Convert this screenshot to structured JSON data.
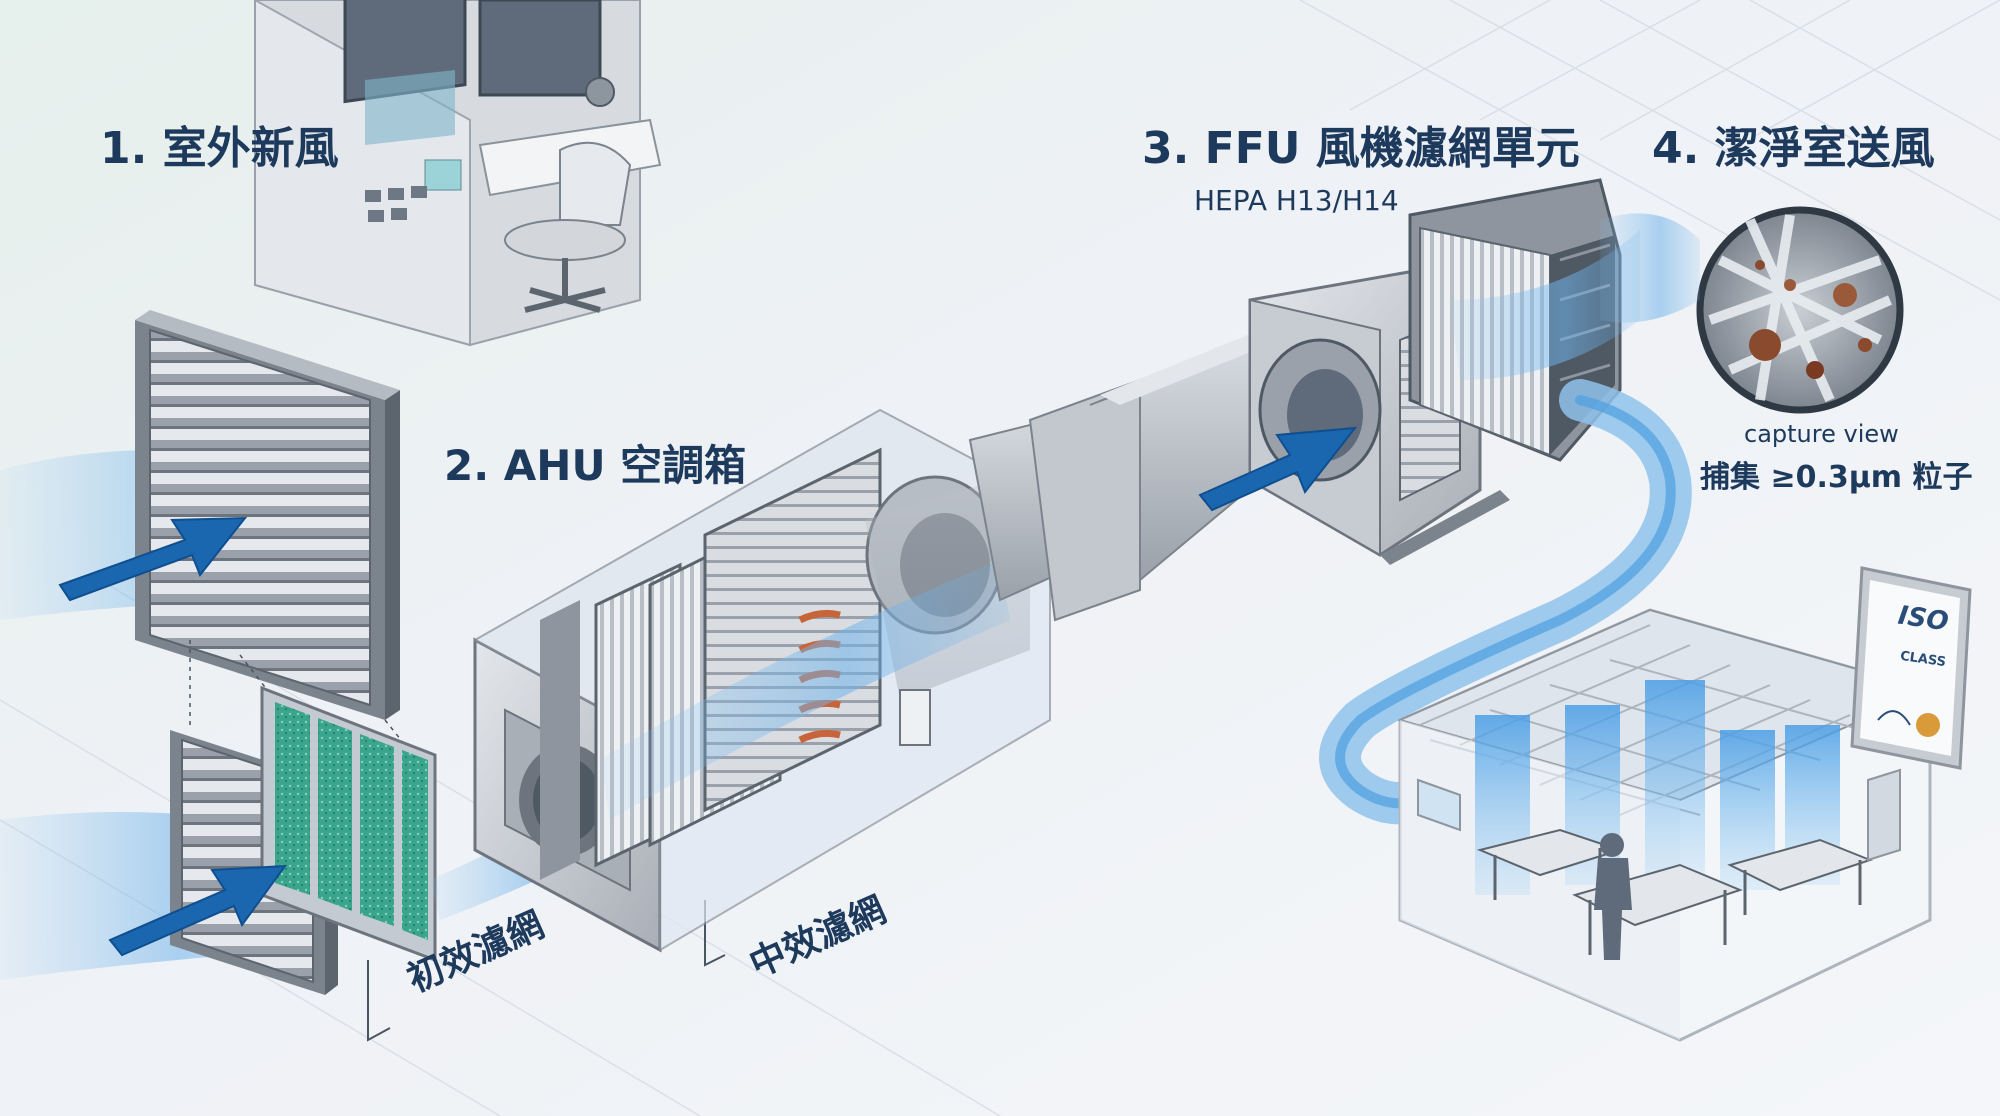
{
  "labels": {
    "step1": "1. 室外新風",
    "step2": "2. AHU 空調箱",
    "step3": "3. FFU 風機濾網單元",
    "step3_sub": "HEPA H13/H14",
    "step4": "4. 潔淨室送風",
    "capture_view": "capture view",
    "capture_desc": "捕集 ≥0.3μm 粒子",
    "prefilter": "初效濾網",
    "medfilter": "中效濾網",
    "iso_logo": "ISO",
    "iso_class": "CLASS"
  },
  "colors": {
    "label_text": "#1d3a5c",
    "arrow": "#1a67b0",
    "airflow": "#6fb3ea",
    "metal": "#c7ccd3",
    "metal_dark": "#8e959e",
    "prefilter_media": "#3aa48c",
    "coil": "#c8643a",
    "background": "#eef1f5"
  },
  "icons": {
    "flow_arrow": "arrow-icon",
    "magnifier": "particle-magnifier-icon",
    "certificate": "iso-certificate-icon"
  }
}
